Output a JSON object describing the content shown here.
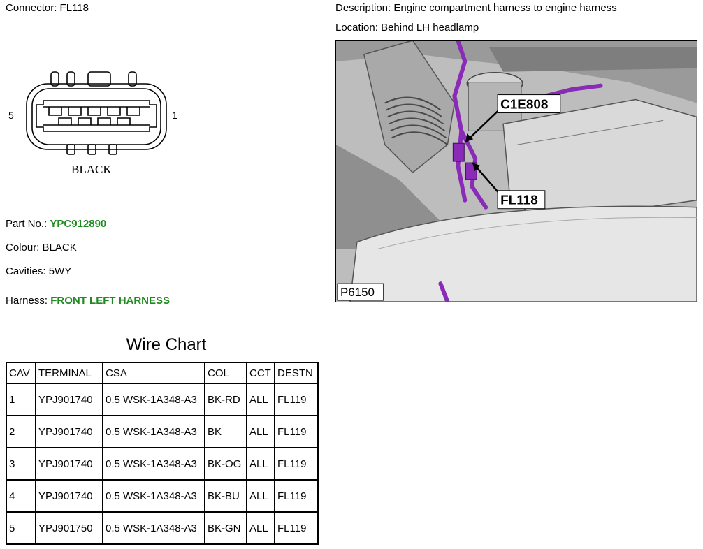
{
  "header": {
    "connector_label": "Connector:",
    "connector_value": "FL118",
    "description_label": "Description:",
    "description_value": "Engine compartment harness to engine harness",
    "location_label": "Location:",
    "location_value": "Behind LH headlamp"
  },
  "connector": {
    "pin_left": "5",
    "pin_right": "1",
    "color_text": "BLACK"
  },
  "details": {
    "part_label": "Part No.:",
    "part_value": "YPC912890",
    "colour_label": "Colour:",
    "colour_value": "BLACK",
    "cavities_label": "Cavities:",
    "cavities_value": "5WY",
    "harness_label": "Harness:",
    "harness_value": "FRONT LEFT HARNESS",
    "link_color": "#1f8a1f"
  },
  "photo": {
    "callout_1": "C1E808",
    "callout_2": "FL118",
    "ref": "P6150",
    "harness_color": "#8a2bb8"
  },
  "wire_chart": {
    "title": "Wire Chart",
    "headers": [
      "CAV",
      "TERMINAL",
      "CSA",
      "COL",
      "CCT",
      "DESTN"
    ],
    "rows": [
      [
        "1",
        "YPJ901740",
        "0.5 WSK-1A348-A3",
        "BK-RD",
        "ALL",
        "FL119"
      ],
      [
        "2",
        "YPJ901740",
        "0.5 WSK-1A348-A3",
        "BK",
        "ALL",
        "FL119"
      ],
      [
        "3",
        "YPJ901740",
        "0.5 WSK-1A348-A3",
        "BK-OG",
        "ALL",
        "FL119"
      ],
      [
        "4",
        "YPJ901740",
        "0.5 WSK-1A348-A3",
        "BK-BU",
        "ALL",
        "FL119"
      ],
      [
        "5",
        "YPJ901750",
        "0.5 WSK-1A348-A3",
        "BK-GN",
        "ALL",
        "FL119"
      ]
    ]
  }
}
